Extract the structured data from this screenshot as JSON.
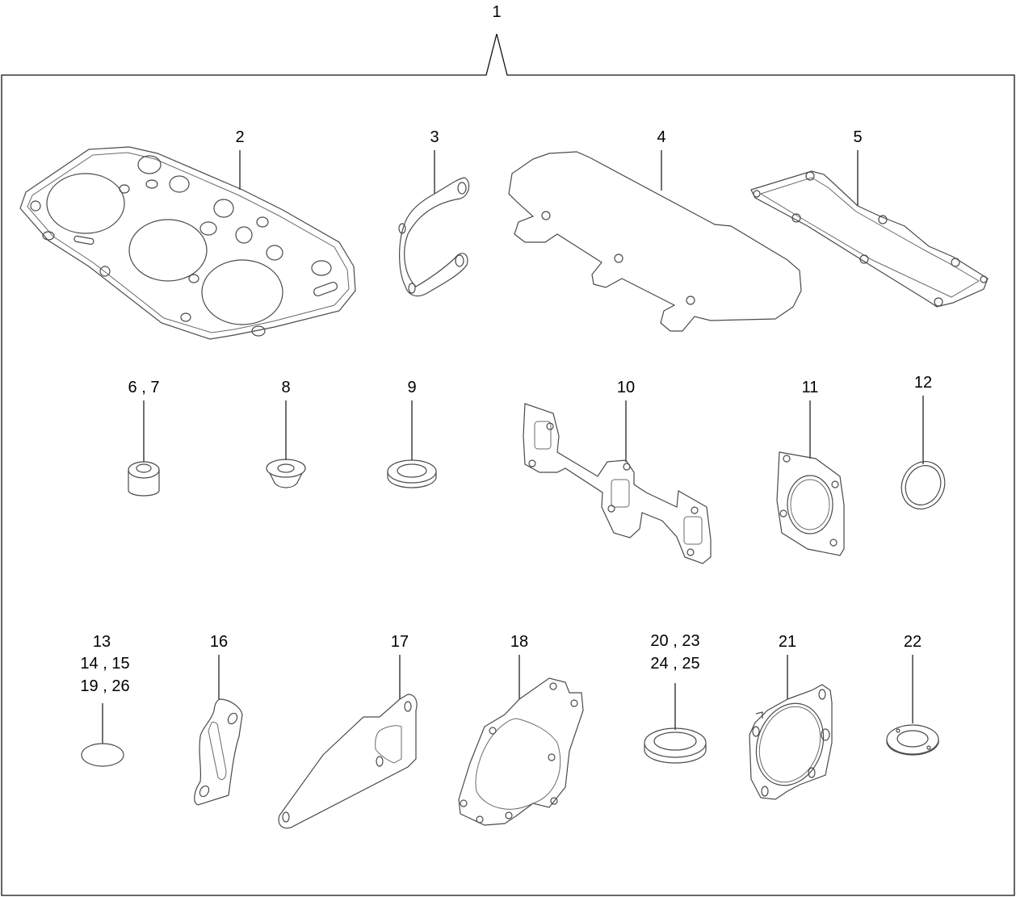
{
  "diagram": {
    "type": "exploded parts diagram",
    "assembly_callout": "1",
    "callouts": {
      "c2": "2",
      "c3": "3",
      "c4": "4",
      "c5": "5",
      "c6_7": "6 , 7",
      "c8": "8",
      "c9": "9",
      "c10": "10",
      "c11": "11",
      "c12": "12",
      "c13_line1": "13",
      "c13_line2": "14 ,  15",
      "c13_line3": "19 ,  26",
      "c16": "16",
      "c17": "17",
      "c18": "18",
      "c20_line1": "20 ,  23",
      "c20_line2": "24 ,  25",
      "c21": "21",
      "c22": "22"
    },
    "parts": [
      {
        "callout": "2",
        "shape": "cylinder-head-gasket"
      },
      {
        "callout": "3",
        "shape": "horseshoe-gasket"
      },
      {
        "callout": "4",
        "shape": "valve-cover-gasket"
      },
      {
        "callout": "5",
        "shape": "manifold-gasket-strip"
      },
      {
        "callout": "6, 7",
        "shape": "valve-stem-seal"
      },
      {
        "callout": "8",
        "shape": "grommet"
      },
      {
        "callout": "9",
        "shape": "washer-ring"
      },
      {
        "callout": "10",
        "shape": "exhaust-manifold-gasket"
      },
      {
        "callout": "11",
        "shape": "square-flange-gasket"
      },
      {
        "callout": "12",
        "shape": "o-ring"
      },
      {
        "callout": "13, 14, 15, 19, 26",
        "shape": "flat-disc"
      },
      {
        "callout": "16",
        "shape": "small-bracket-gasket"
      },
      {
        "callout": "17",
        "shape": "triangular-gasket"
      },
      {
        "callout": "18",
        "shape": "water-pump-gasket"
      },
      {
        "callout": "20, 23, 24, 25",
        "shape": "sealing-washer"
      },
      {
        "callout": "21",
        "shape": "round-flange-gasket"
      },
      {
        "callout": "22",
        "shape": "thin-washer"
      }
    ]
  }
}
